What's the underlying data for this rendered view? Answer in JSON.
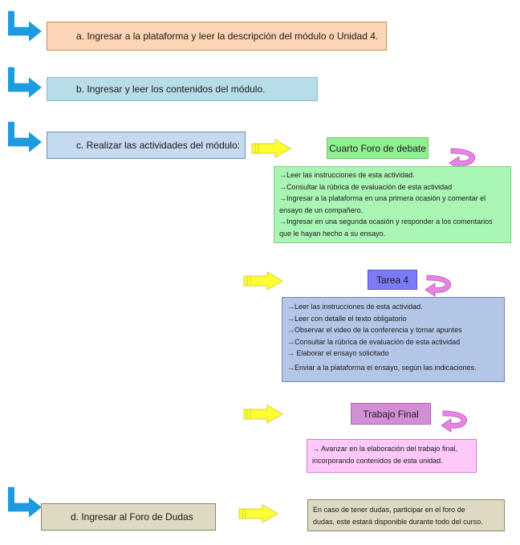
{
  "steps": {
    "a": {
      "label": "a.   Ingresar a la plataforma y leer la descripción del módulo o  Unidad 4."
    },
    "b": {
      "label": "b.   Ingresar y leer los contenidos del módulo."
    },
    "c": {
      "label": "c.   Realizar las actividades del módulo:"
    },
    "d": {
      "label": "d.   Ingresar al Foro de Dudas"
    }
  },
  "activities": {
    "foro": {
      "title": "Cuarto Foro de debate",
      "lines": [
        "→Leer las instrucciones  de esta actividad.",
        "→Consultar  la rúbrica de evaluación  de esta actividad",
        "→Ingresar a la plataforma  en una primera ocasión  y comentar  el",
        "ensayo de un compañero.",
        "→Ingresar en una  segunda  ocasión  y responder a los comentarios",
        "que le hayan hecho a su ensayo."
      ]
    },
    "tarea": {
      "title": "Tarea 4",
      "lines": [
        "→Leer las instrucciones  de esta actividad.",
        "→Leer con  detalle  el texto obligatorio",
        "→Observar el video de la conferencia  y tomar apuntes",
        "→Consultar  la rúbrica de evaluación  de esta actividad",
        "→ Elaborar  el ensayo solicitado",
        "→Enviar a la plataforma  el ensayo, según las indicaciones."
      ]
    },
    "trabajo": {
      "title": "Trabajo Final",
      "lines": [
        "→ Avanzar en la elaboración  del trabajo final,",
        "incorporando  contenidos  de esta unidad."
      ]
    },
    "dudas": {
      "lines": [
        "En caso de tener dudas,  participar  en el foro de",
        "dudas, este estará disponible  durante todo del curso."
      ]
    }
  },
  "colors": {
    "step_a": "#fcd5b4",
    "step_b": "#b7dee8",
    "step_c": "#c5d9f1",
    "step_d": "#ddd9c3",
    "foro_title": "#8ef08e",
    "foro_detail": "#a9f5b4",
    "tarea_title": "#7b7bf5",
    "tarea_detail": "#b4c6e7",
    "trabajo_title": "#d38fd6",
    "trabajo_detail": "#fcc9f9",
    "arrow_yellow": "#ffff33",
    "bent_arrow_blue": "#1e9be0",
    "curved_arrow": "#e884e6"
  }
}
